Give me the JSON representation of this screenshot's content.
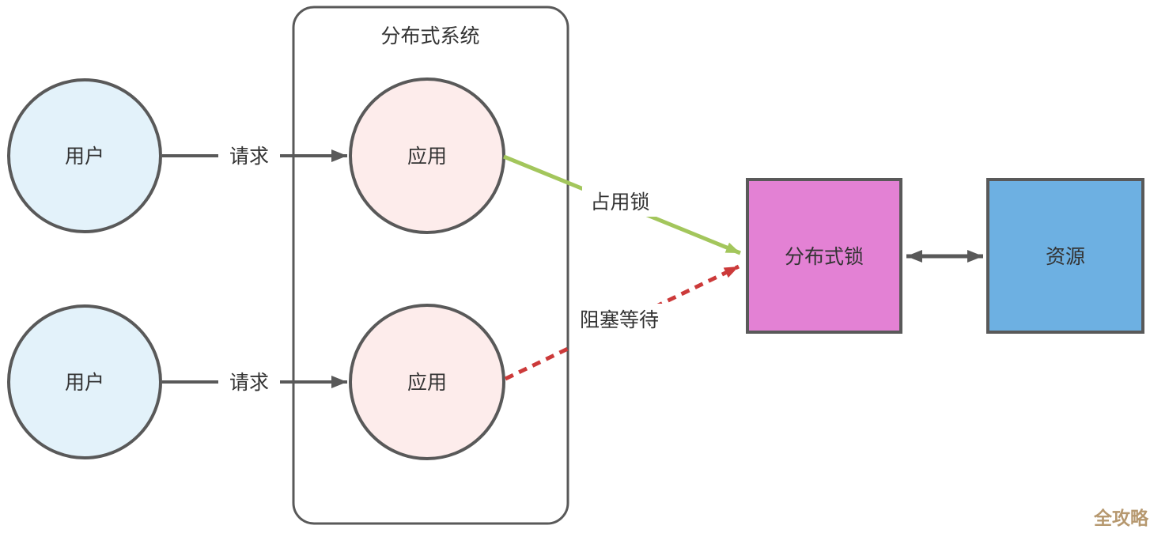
{
  "diagram": {
    "container": {
      "title": "分布式系统"
    },
    "nodes": {
      "user_top": {
        "label": "用户"
      },
      "user_bottom": {
        "label": "用户"
      },
      "app_top": {
        "label": "应用"
      },
      "app_bottom": {
        "label": "应用"
      },
      "lock": {
        "label": "分布式锁"
      },
      "resource": {
        "label": "资源"
      }
    },
    "edges": {
      "request_top": {
        "label": "请求"
      },
      "request_bottom": {
        "label": "请求"
      },
      "occupy_lock": {
        "label": "占用锁"
      },
      "block_wait": {
        "label": "阻塞等待"
      }
    },
    "watermark": {
      "text": "全攻略",
      "color": "#b6986f"
    },
    "colors": {
      "stroke": "#595959",
      "user_fill": "#e3f2fa",
      "app_fill": "#fdeceb",
      "lock_fill": "#e381d4",
      "resource_fill": "#6db0e2",
      "green": "#a3c65c",
      "red": "#cc3a3a",
      "text": "#333333",
      "canvas": "#ffffff"
    }
  }
}
